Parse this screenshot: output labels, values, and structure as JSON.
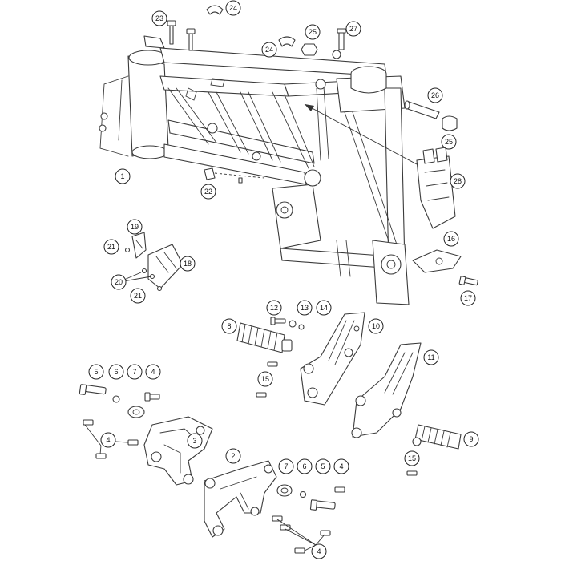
{
  "callouts": [
    {
      "label": "1"
    },
    {
      "label": "2"
    },
    {
      "label": "3"
    },
    {
      "label": "4"
    },
    {
      "label": "4"
    },
    {
      "label": "4"
    },
    {
      "label": "4"
    },
    {
      "label": "5"
    },
    {
      "label": "5"
    },
    {
      "label": "6"
    },
    {
      "label": "6"
    },
    {
      "label": "7"
    },
    {
      "label": "7"
    },
    {
      "label": "8"
    },
    {
      "label": "9"
    },
    {
      "label": "10"
    },
    {
      "label": "11"
    },
    {
      "label": "12"
    },
    {
      "label": "13"
    },
    {
      "label": "14"
    },
    {
      "label": "15"
    },
    {
      "label": "15"
    },
    {
      "label": "16"
    },
    {
      "label": "17"
    },
    {
      "label": "18"
    },
    {
      "label": "19"
    },
    {
      "label": "20"
    },
    {
      "label": "21"
    },
    {
      "label": "21"
    },
    {
      "label": "22"
    },
    {
      "label": "23"
    },
    {
      "label": "24"
    },
    {
      "label": "24"
    },
    {
      "label": "25"
    },
    {
      "label": "25"
    },
    {
      "label": "26"
    },
    {
      "label": "27"
    },
    {
      "label": "28"
    }
  ]
}
